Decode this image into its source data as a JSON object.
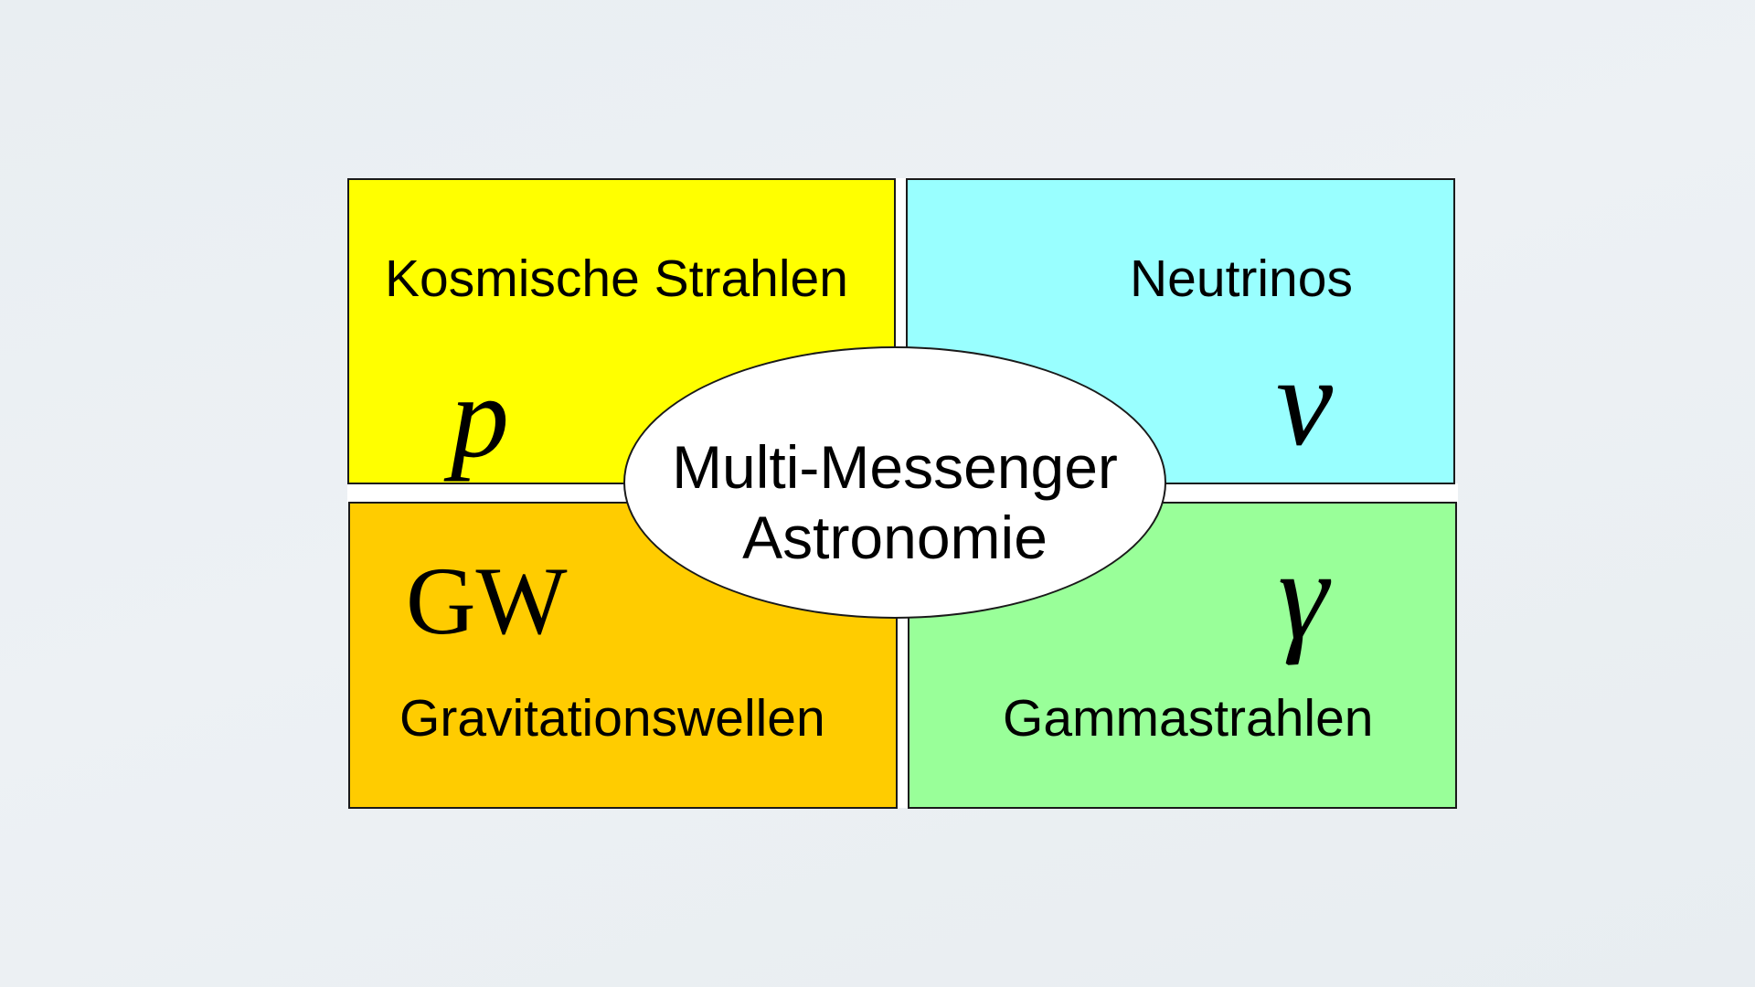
{
  "diagram": {
    "center": {
      "line1": "Multi-Messenger",
      "line2": "Astronomie",
      "color": "#ffffff"
    },
    "quadrants": [
      {
        "id": "cosmic-rays",
        "label": "Kosmische Strahlen",
        "symbol": "p",
        "color": "#ffff00"
      },
      {
        "id": "neutrinos",
        "label": "Neutrinos",
        "symbol": "ν",
        "color": "#99ffff"
      },
      {
        "id": "gravitational-waves",
        "label": "Gravitationswellen",
        "symbol": "GW",
        "color": "#ffcc00"
      },
      {
        "id": "gamma-rays",
        "label": "Gammastrahlen",
        "symbol": "γ",
        "color": "#99ff99"
      }
    ]
  }
}
